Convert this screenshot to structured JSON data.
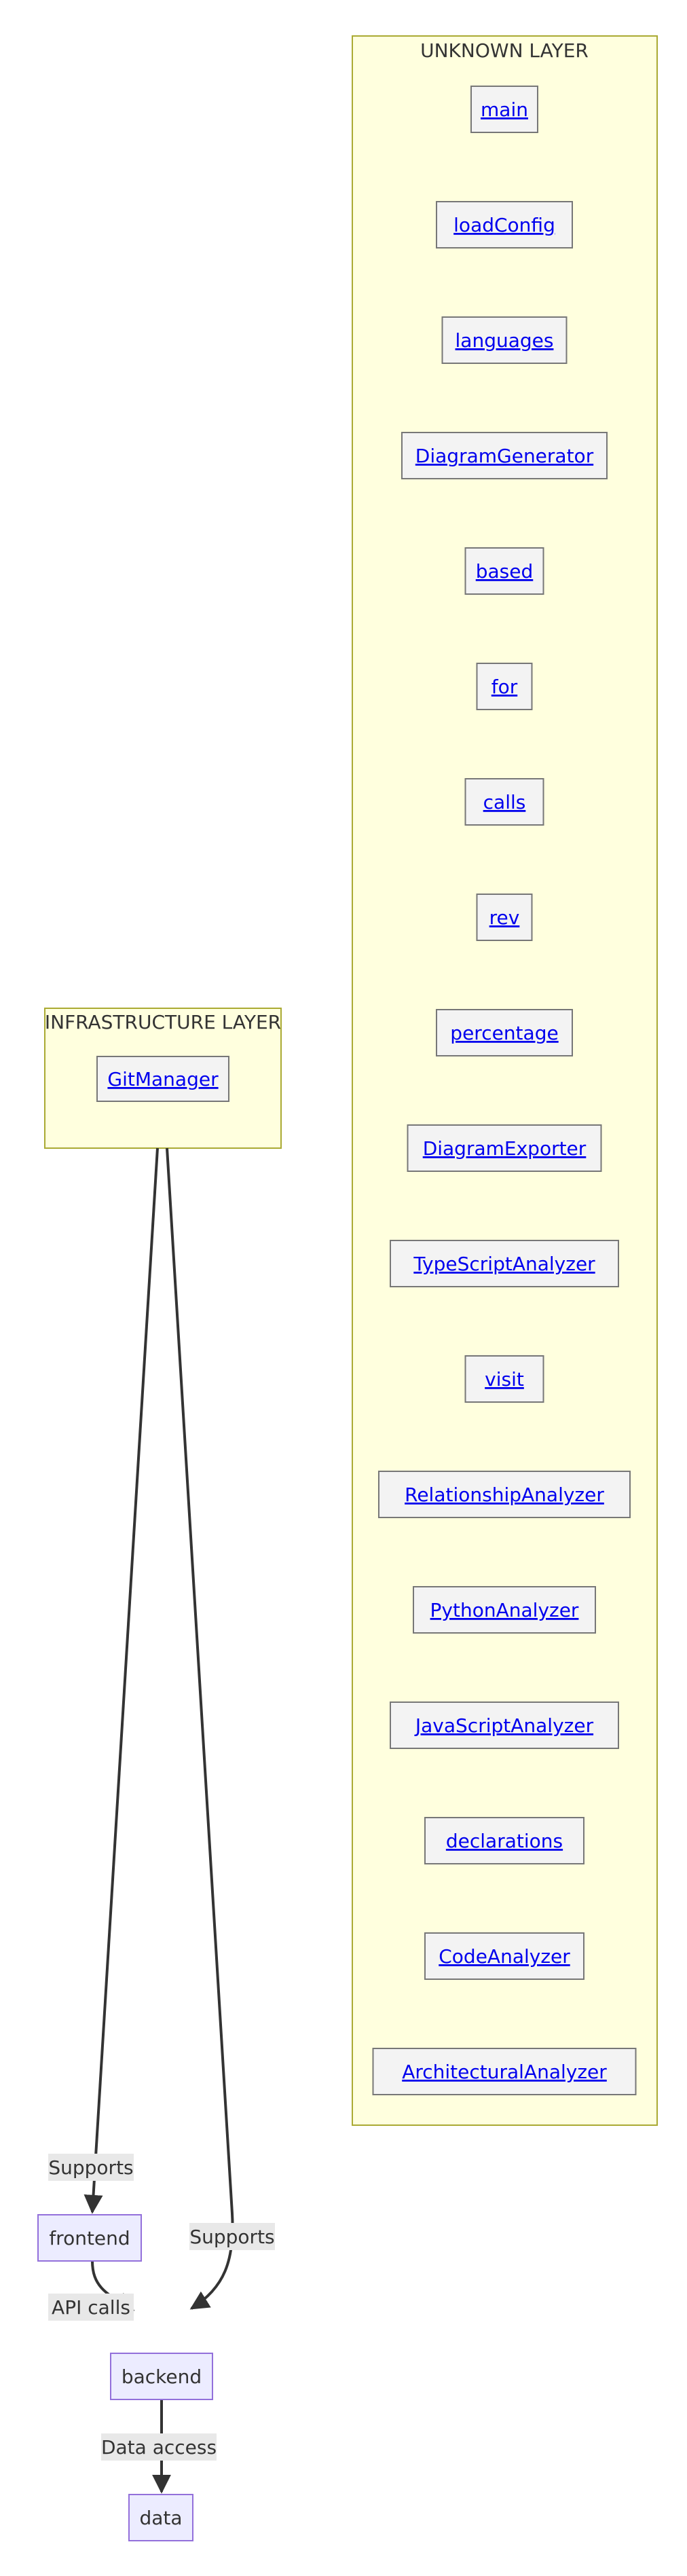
{
  "unknown_layer": {
    "title": "UNKNOWN LAYER",
    "nodes": [
      "main",
      "loadConfig",
      "languages",
      "DiagramGenerator",
      "based",
      "for",
      "calls",
      "rev",
      "percentage",
      "DiagramExporter",
      "TypeScriptAnalyzer",
      "visit",
      "RelationshipAnalyzer",
      "PythonAnalyzer",
      "JavaScriptAnalyzer",
      "declarations",
      "CodeAnalyzer",
      "ArchitecturalAnalyzer"
    ]
  },
  "infrastructure_layer": {
    "title": "INFRASTRUCTURE LAYER",
    "nodes": [
      "GitManager"
    ]
  },
  "flow": {
    "frontend": "frontend",
    "backend": "backend",
    "data": "data"
  },
  "edges": {
    "supports_frontend": "Supports",
    "supports_backend": "Supports",
    "api_calls": "API calls",
    "data_access": "Data access"
  },
  "colors": {
    "cluster_fill": "#ffffde",
    "cluster_stroke": "#aaaa33",
    "node_fill": "#ececff",
    "node_stroke": "#9370db",
    "link_color": "#0000ee",
    "edge_color": "#333333"
  }
}
